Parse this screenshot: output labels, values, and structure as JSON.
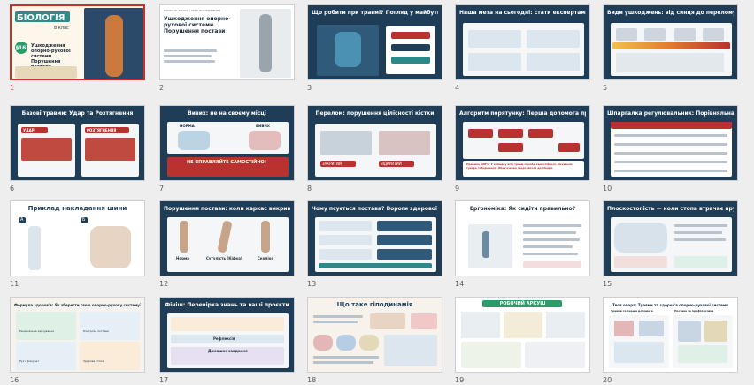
{
  "slides": [
    {
      "num": "1",
      "title": "БІОЛОГІЯ",
      "subtitle": "Ушкодження опорно-рухової системи. Порушення постави",
      "badge": "§16",
      "grade": "8 клас"
    },
    {
      "num": "2",
      "title": "Ушкодження опорно-рухової системи. Порушення постави",
      "kicker": "БІОЛОГІЯ, 8 КЛАС | УРОК ДОСЛІДЖЕННЯ"
    },
    {
      "num": "3",
      "title": "Що робити при травмі? Погляд у майбутнє"
    },
    {
      "num": "4",
      "title": "Наша мета на сьогодні: стати експертами"
    },
    {
      "num": "5",
      "title": "Види ушкоджень: від синця до перелому"
    },
    {
      "num": "6",
      "title": "Базові травми: Удар та Розтягнення",
      "labels": [
        "УДАР",
        "РОЗТЯГНЕННЯ"
      ]
    },
    {
      "num": "7",
      "title": "Вивих: не на своєму місці",
      "warning": "НЕ ВПРАВЛЯЙТЕ САМОСТІЙНО!",
      "labels": [
        "НОРМА",
        "ВИВИХ"
      ]
    },
    {
      "num": "8",
      "title": "Перелом: порушення цілісності кістки",
      "labels": [
        "ЗАКРИТИЙ",
        "ВІДКРИТИЙ"
      ]
    },
    {
      "num": "9",
      "title": "Алгоритм порятунку: Перша допомога при переломі",
      "footer": "Правило 100%: У випадку всіх травм спроба самостійного лікування суворо заборонена! Обов'язково звертайтеся до лікаря."
    },
    {
      "num": "10",
      "title": "Шпаргалка регулювальник: Порівняльна таблиця"
    },
    {
      "num": "11",
      "title": "Приклад накладання шини",
      "labels": [
        "А",
        "Б"
      ]
    },
    {
      "num": "12",
      "title": "Порушення постави: коли каркас викривляється",
      "labels": [
        "Норма",
        "Сутулість (Кіфоз)",
        "Сколіоз"
      ]
    },
    {
      "num": "13",
      "title": "Чому псується постава? Вороги здорової спини"
    },
    {
      "num": "14",
      "title": "Ергономіка: Як сидіти правильно?"
    },
    {
      "num": "15",
      "title": "Плоскостопість — коли стопа втрачає пружину"
    },
    {
      "num": "16",
      "title": "Формула здоров'я: Як зберегти свою опорно-рухову систему?",
      "labels": [
        "Раціональне харчування",
        "Контроль постави",
        "Рух і фізкульт",
        "Здорова стопа"
      ]
    },
    {
      "num": "17",
      "title": "Фініш: Перевірка знань та ваші проєкти",
      "labels": [
        "Рефлексія",
        "Домашнє завдання"
      ]
    },
    {
      "num": "18",
      "title": "Що таке гіподинамія"
    },
    {
      "num": "19",
      "title": "РОБОЧИЙ АРКУШ"
    },
    {
      "num": "20",
      "title": "Твоя опора: Травми та здоров'я опорно-рухової системи",
      "labels": [
        "Травми та перша допомога",
        "Постава та профілактика"
      ]
    }
  ],
  "colors": {
    "selected": "#c9302c",
    "navy": "#1f3d56",
    "red": "#b8322f",
    "teal": "#2a8a8a",
    "lightbg": "#f4f6f8"
  }
}
